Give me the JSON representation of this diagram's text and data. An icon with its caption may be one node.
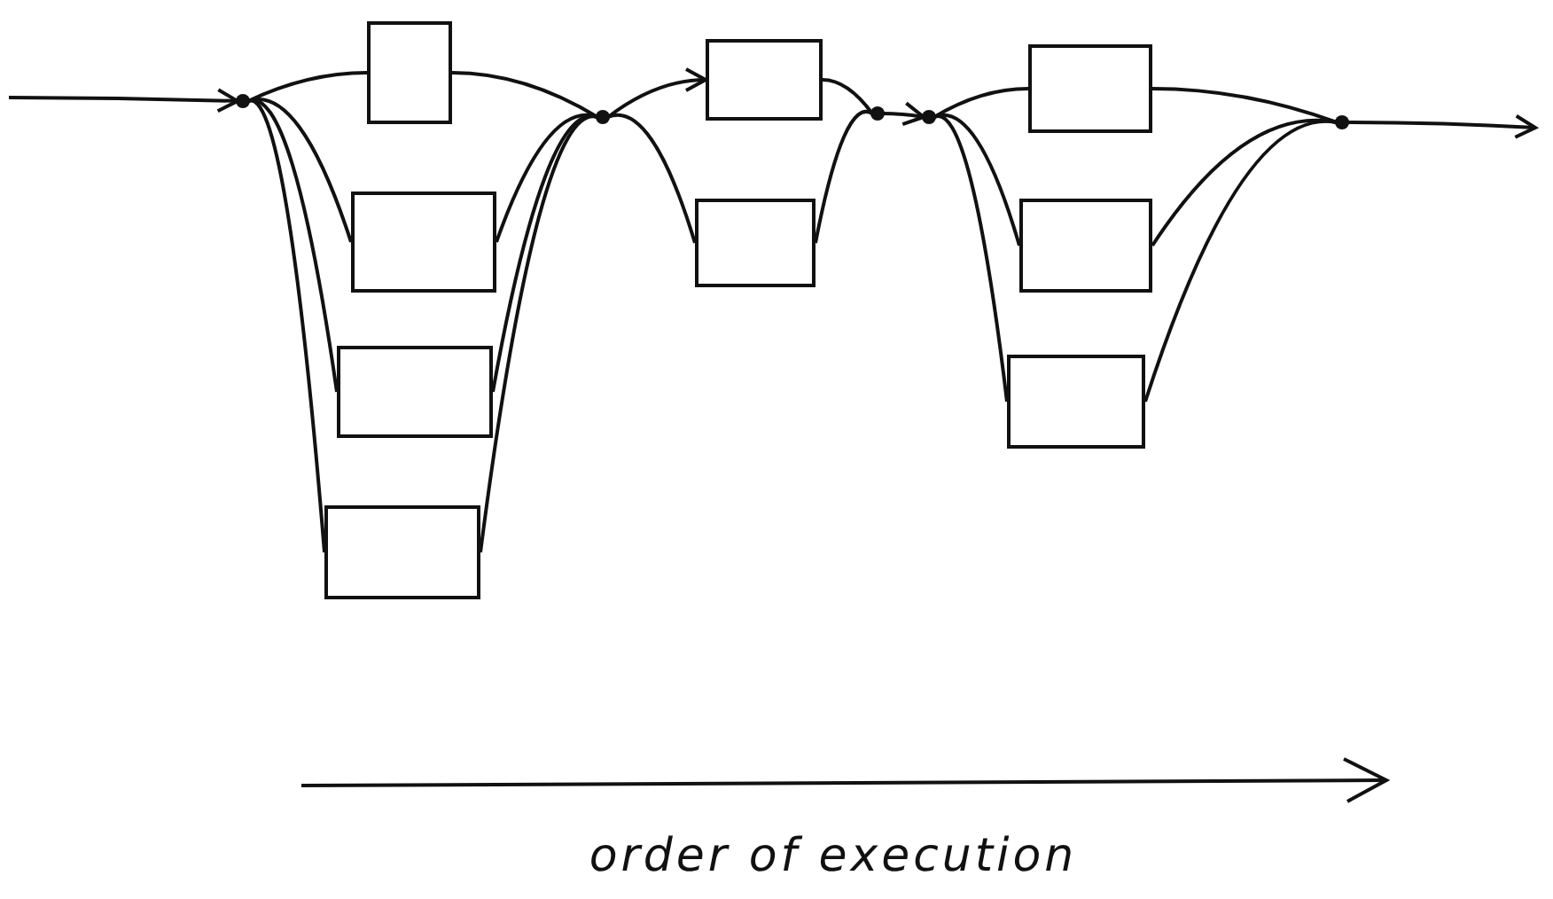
{
  "diagram": {
    "nodes": [
      {
        "text": [],
        "shape": "circle"
      },
      {
        "text": [],
        "shape": "box"
      },
      {
        "text": [],
        "shape": "box"
      },
      {
        "text": [],
        "shape": "box"
      },
      {
        "text": [],
        "shape": "box"
      },
      {
        "text": [],
        "shape": "circle"
      },
      {
        "text": [],
        "shape": "box"
      },
      {
        "text": [],
        "shape": "box"
      },
      {
        "text": [],
        "shape": "circle"
      },
      {
        "text": [],
        "shape": "circle"
      },
      {
        "text": [],
        "shape": "box"
      },
      {
        "text": [],
        "shape": "box"
      },
      {
        "text": [],
        "shape": "box"
      },
      {
        "text": [],
        "shape": "circle"
      }
    ],
    "edges": [
      {
        "from": null,
        "to": 0,
        "arrow": "to"
      },
      {
        "from": 0,
        "to": 1,
        "arrow": "none"
      },
      {
        "from": 0,
        "to": 2,
        "arrow": "none"
      },
      {
        "from": 0,
        "to": 3,
        "arrow": "none"
      },
      {
        "from": 0,
        "to": 4,
        "arrow": "none"
      },
      {
        "from": 1,
        "to": 5,
        "arrow": "none"
      },
      {
        "from": 2,
        "to": 5,
        "arrow": "none"
      },
      {
        "from": 3,
        "to": 5,
        "arrow": "none"
      },
      {
        "from": 4,
        "to": 5,
        "arrow": "none"
      },
      {
        "from": 5,
        "to": 6,
        "arrow": "to"
      },
      {
        "from": 5,
        "to": 7,
        "arrow": "none"
      },
      {
        "from": 6,
        "to": 8,
        "arrow": "none"
      },
      {
        "from": 7,
        "to": 8,
        "arrow": "none"
      },
      {
        "from": 8,
        "to": 9,
        "arrow": "to"
      },
      {
        "from": 9,
        "to": 10,
        "arrow": "none"
      },
      {
        "from": 9,
        "to": 11,
        "arrow": "none"
      },
      {
        "from": 9,
        "to": 12,
        "arrow": "none"
      },
      {
        "from": 10,
        "to": 13,
        "arrow": "none"
      },
      {
        "from": 11,
        "to": 13,
        "arrow": "none"
      },
      {
        "from": 12,
        "to": 13,
        "arrow": "none"
      },
      {
        "from": 13,
        "to": null,
        "arrow": "to"
      }
    ],
    "labels": [
      "order of execution"
    ]
  }
}
